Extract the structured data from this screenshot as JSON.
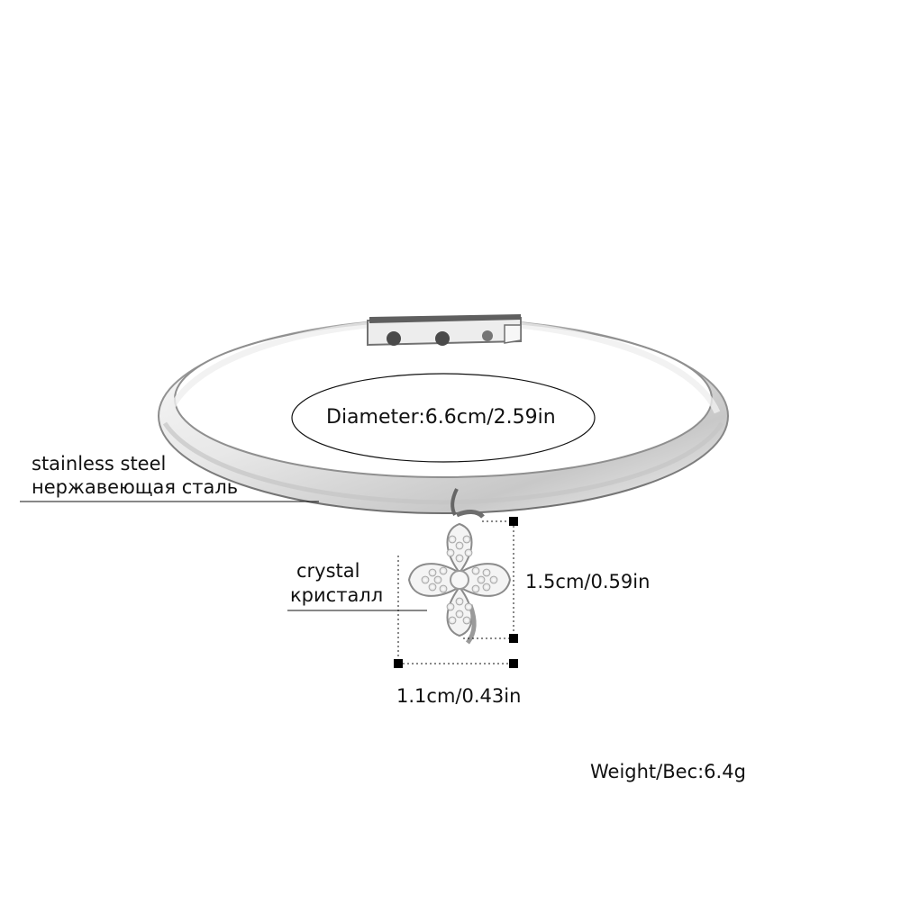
{
  "product": {
    "diameter_label": "Diameter:6.6cm/2.59in",
    "material_label_en": "stainless steel",
    "material_label_ru": "нержавеющая сталь",
    "stone_label_en": "crystal",
    "stone_label_ru": "кристалл",
    "charm_height_label": "1.5cm/0.59in",
    "charm_width_label": "1.1cm/0.43in",
    "weight_label": "Weight/Вес:6.4g"
  },
  "icons": {
    "bracelet": "bangle-bracelet-icon",
    "charm": "four-leaf-clover-icon",
    "clasp": "adjustable-clasp-icon"
  },
  "colors": {
    "metal_light": "#f4f4f4",
    "metal_mid": "#d6d6d6",
    "metal_dark": "#8d8d8d",
    "line": "#111111",
    "marker": "#000000"
  }
}
